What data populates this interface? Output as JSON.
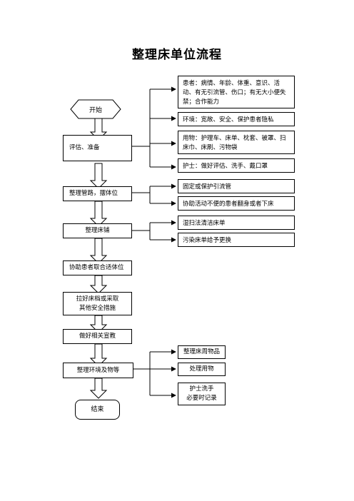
{
  "title": "整理床单位流程",
  "nodes": {
    "start": "开始",
    "assess": "评估、准备",
    "tubes": "整理管路，摆体位",
    "bed": "整理床铺",
    "position": "协助患者取合适体位",
    "safety": "拉好床档或采取\n其他安全措施",
    "education": "做好相关宣教",
    "environment": "整理环境及物等",
    "end": "结束"
  },
  "side_notes": {
    "assess": [
      "患者：病情、年龄、体重、意识、活动、有无引流管、伤口；有无大小便失禁；合作能力",
      "环境：宽敞、安全、保护患者隐私",
      "用物：护理车、床单、枕套、被罩、扫床巾、床刷、污物袋",
      "护士：做好评估、洗手、戴口罩"
    ],
    "tubes": [
      "固定或保护引流管",
      "协助活动不便的患者翻身或者下床"
    ],
    "bed": [
      "湿扫法清洁床单",
      "污染床单给予更换"
    ],
    "environment": [
      "整理床周物品",
      "处理用物",
      "护士洗手\n必要时记录"
    ]
  }
}
